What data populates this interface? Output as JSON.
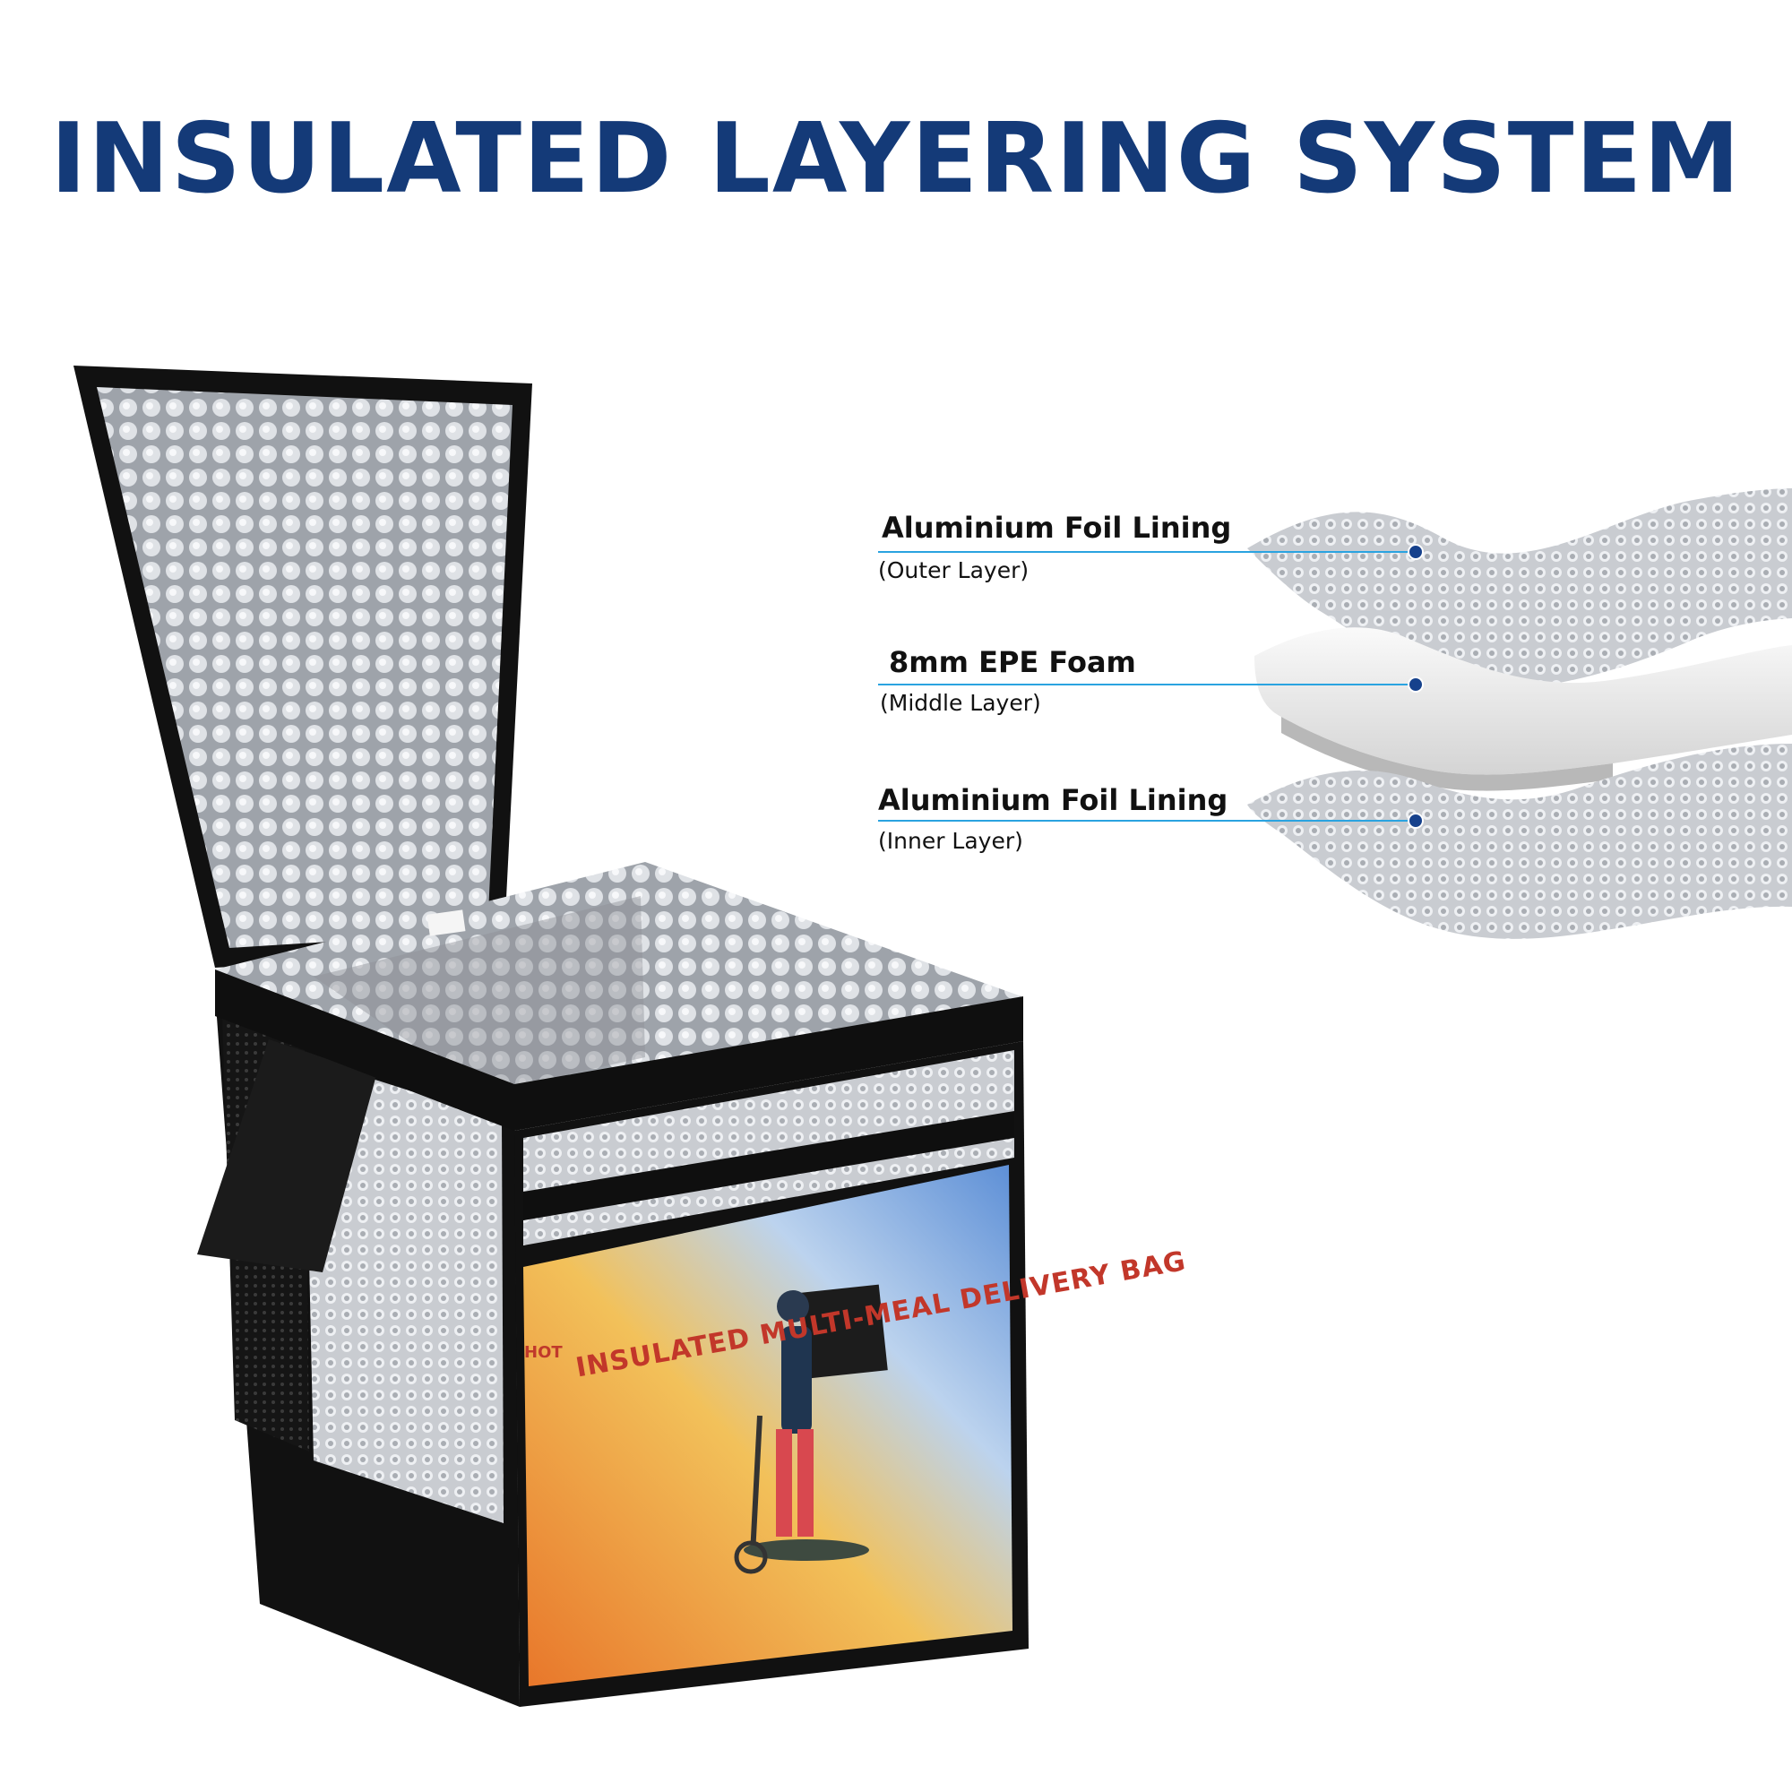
{
  "title": "INSULATED LAYERING SYSTEM",
  "layers": [
    {
      "name": "Aluminium Foil Lining",
      "position": "(Outer Layer)"
    },
    {
      "name": "8mm EPE Foam",
      "position": "(Middle Layer)"
    },
    {
      "name": "Aluminium Foil Lining",
      "position": "(Inner Layer)"
    }
  ],
  "bag": {
    "print_text": "INSULATED MULTI-MEAL DELIVERY BAG",
    "logo_text": "HOT"
  },
  "colors": {
    "title": "#143a78",
    "callout_line": "#2aa3e0",
    "callout_dot": "#16418c"
  },
  "icons": {
    "callout_marker": "circle-dot-icon"
  }
}
